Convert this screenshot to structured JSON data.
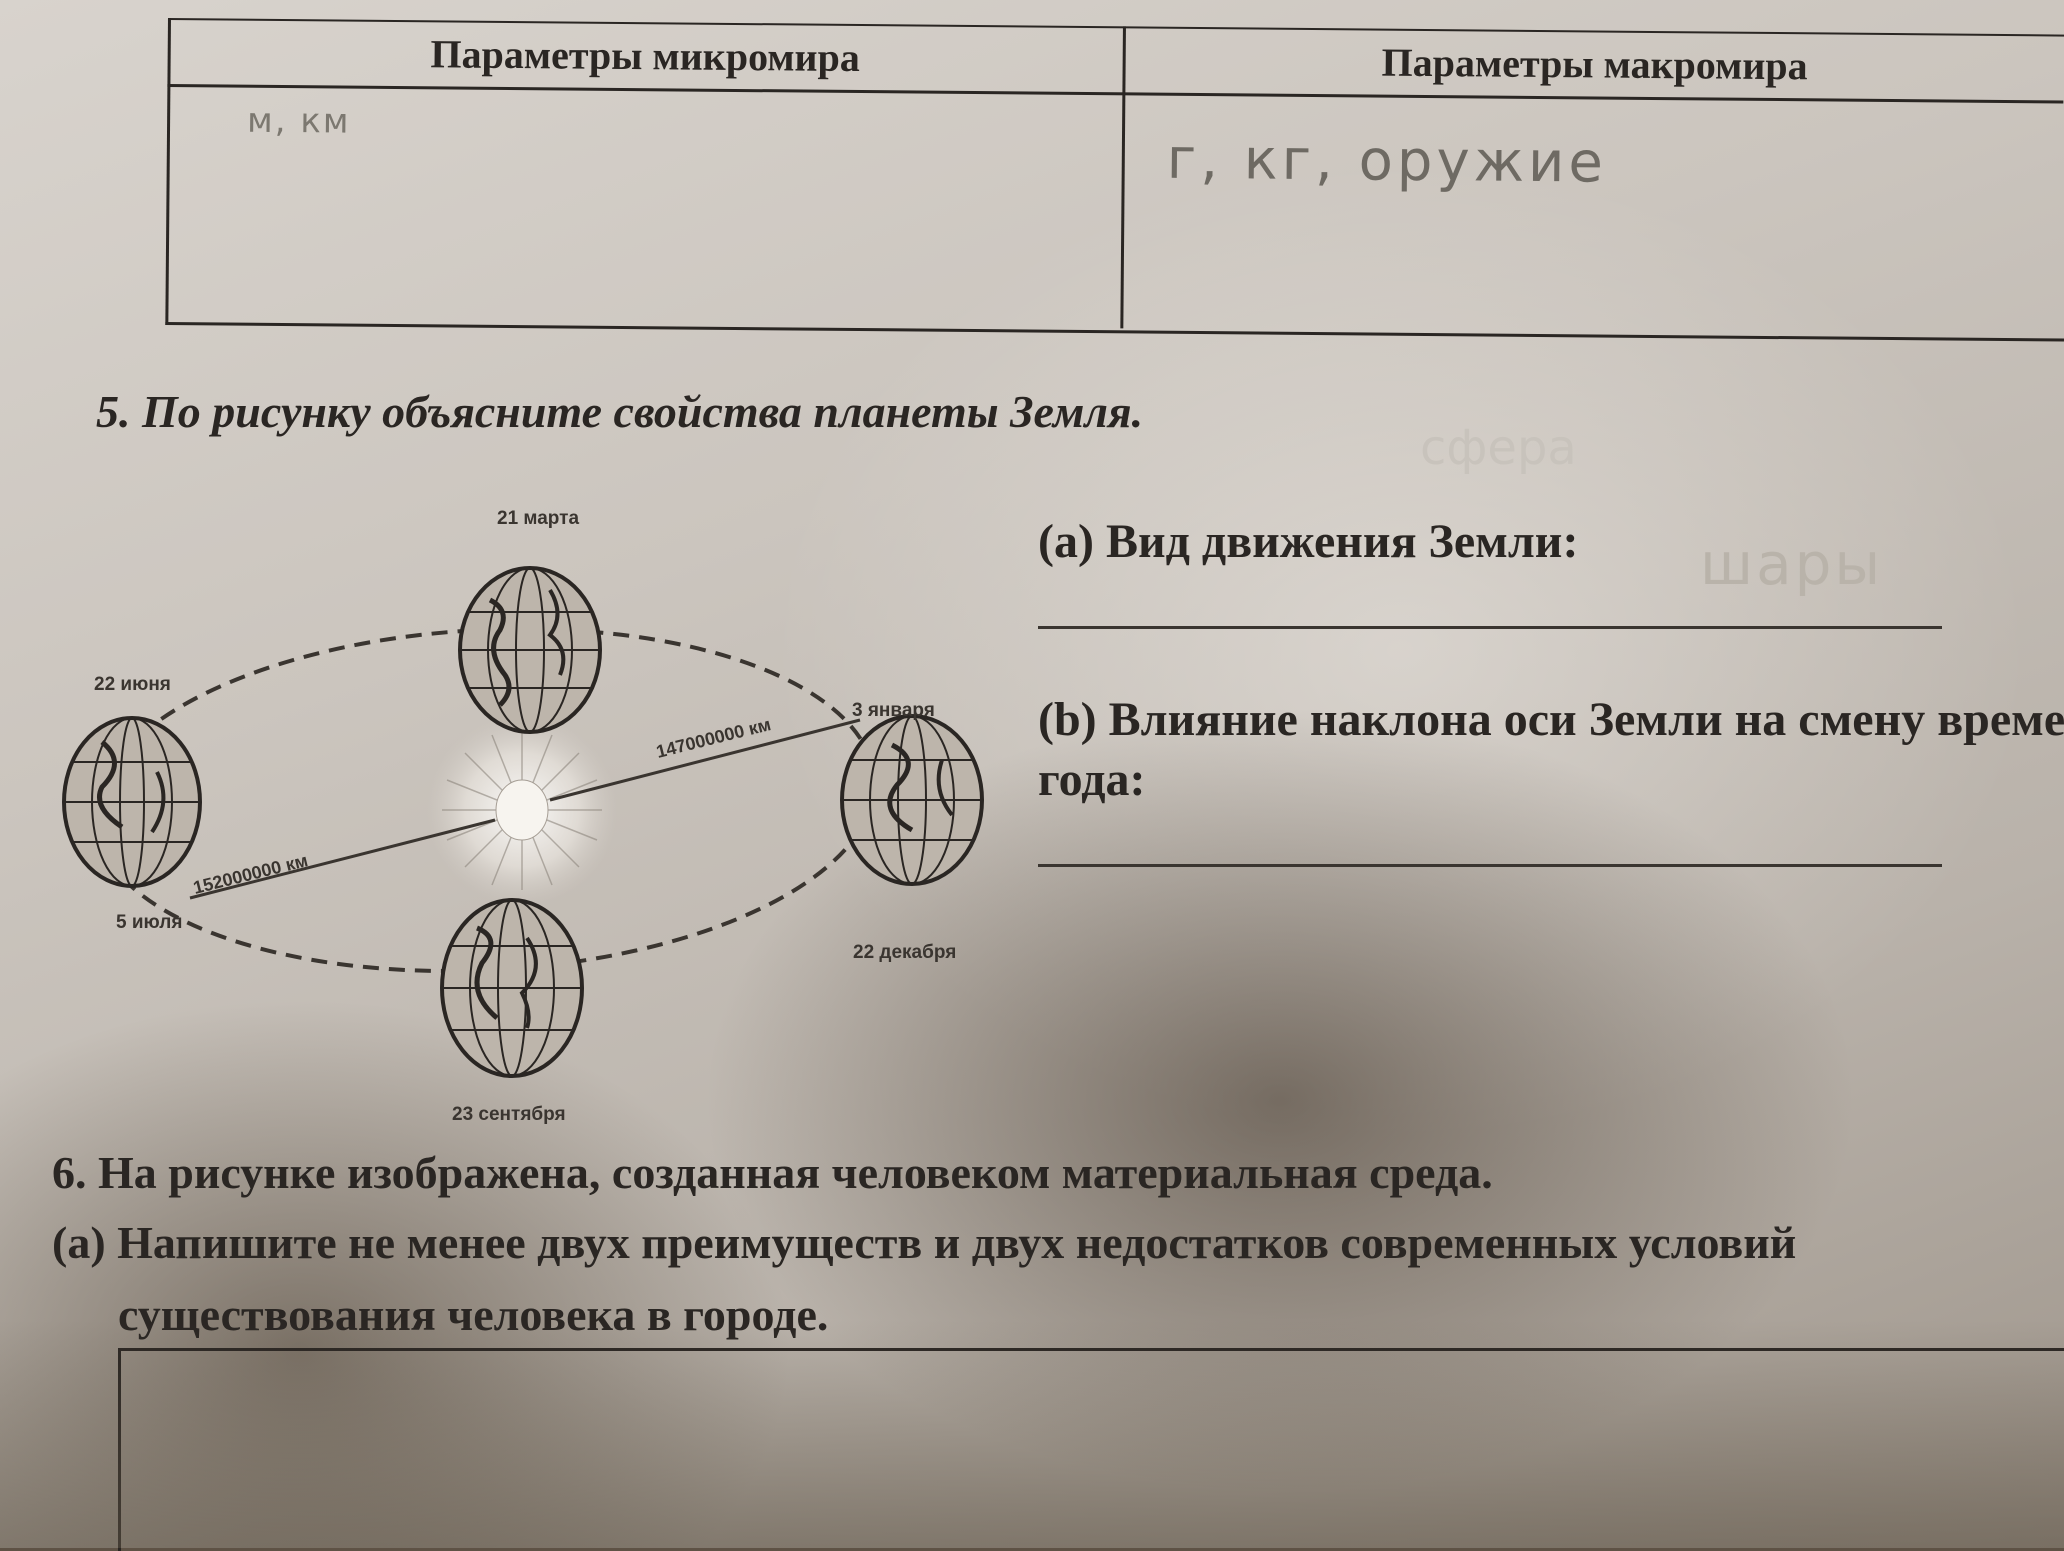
{
  "table": {
    "col_left": "Параметры микромира",
    "col_right": "Параметры макромира",
    "hand_left": "м, км",
    "hand_right": "г, кг, оружие"
  },
  "q5": {
    "title": "5. По рисунку объясните свойства планеты Земля.",
    "hand_faint": "сфера",
    "a_label": "(a) Вид движения Земли:",
    "a_hand": "шары",
    "b_label_1": "(b) Влияние наклона оси Земли на смену време",
    "b_label_2": "года:"
  },
  "figure": {
    "label_mar": "21 марта",
    "label_jun": "22 июня",
    "label_jul": "5 июля",
    "label_jan": "3 января",
    "label_dec": "22 декабря",
    "label_sep": "23 сентября",
    "dist_jan": "147000000 км",
    "dist_jul": "152000000 км"
  },
  "q6": {
    "title": "6. На рисунке изображена, созданная человеком материальная среда.",
    "a_line_1": "(а) Напишите не менее двух преимуществ и двух недостатков современных условий",
    "a_line_2": "существования человека в городе."
  }
}
